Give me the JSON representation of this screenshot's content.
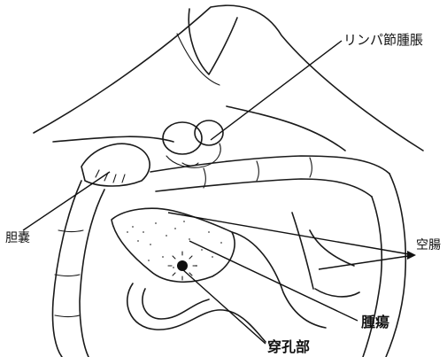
{
  "labels": {
    "lymph_node": "リンパ節腫脹",
    "gallbladder": "胆嚢",
    "jejunum": "空腸",
    "tumor": "腫瘍",
    "perforation": "穿孔部"
  }
}
